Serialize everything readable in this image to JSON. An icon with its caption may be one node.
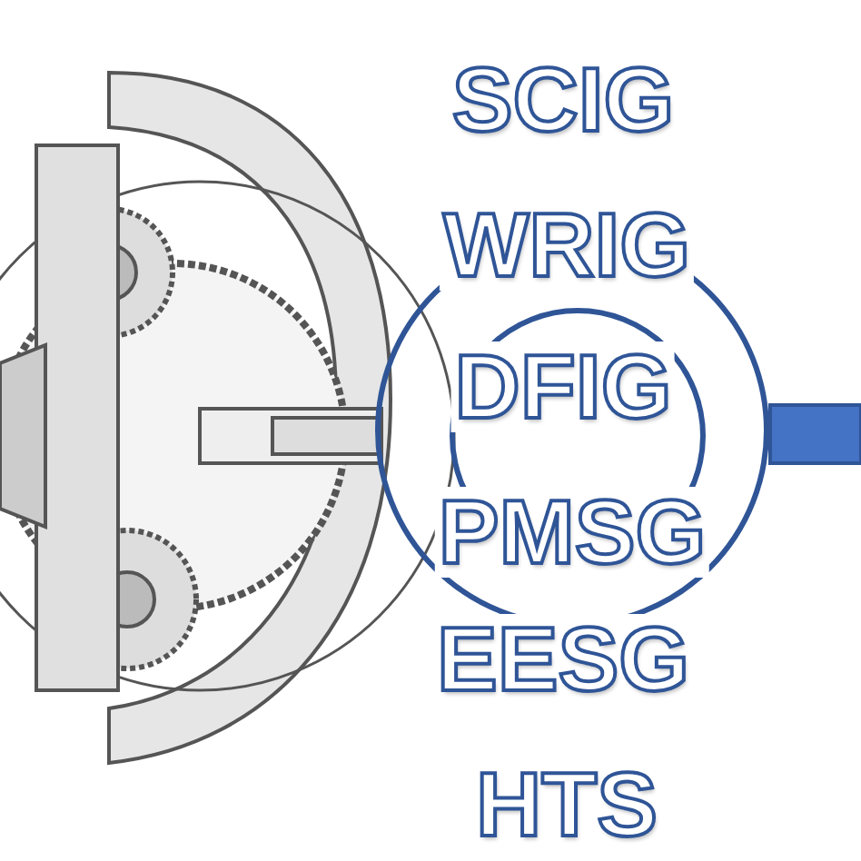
{
  "diagram": {
    "labels": [
      "SCIG",
      "WRIG",
      "DFIG",
      "PMSG",
      "EESG",
      "HTS"
    ]
  }
}
